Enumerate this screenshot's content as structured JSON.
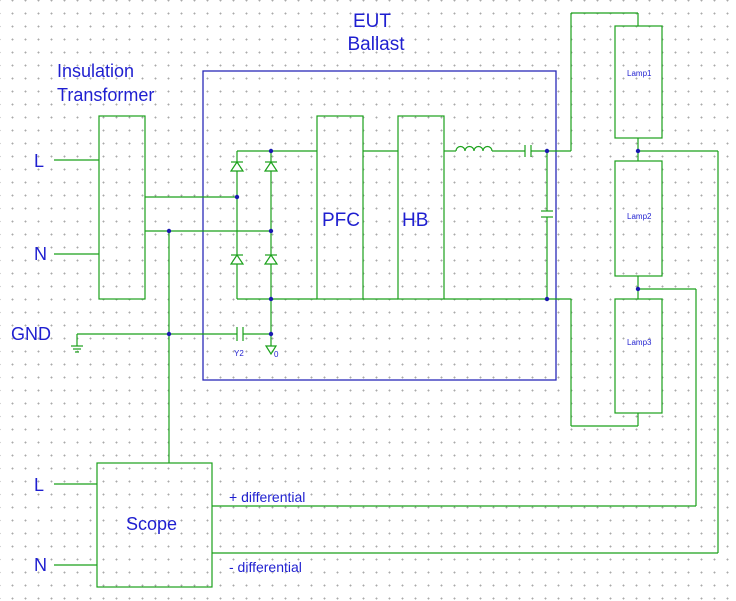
{
  "title": {
    "line1": "EUT",
    "line2": "Ballast"
  },
  "transformer": {
    "line1": "Insulation",
    "line2": "Transformer"
  },
  "inputs": {
    "l": "L",
    "n": "N",
    "gnd": "GND"
  },
  "blocks": {
    "pfc": "PFC",
    "hb": "HB",
    "scope": "Scope"
  },
  "lamps": [
    "Lamp1",
    "Lamp2",
    "Lamp3"
  ],
  "components": {
    "y2_cap": "Y2",
    "node_zero": "0"
  },
  "scope_inputs": {
    "l": "L",
    "n": "N",
    "plus": "+ differential",
    "minus": "- differential"
  },
  "colors": {
    "wire": "#1aa11a",
    "frame": "#2a2ab8",
    "text": "#1f1fd0",
    "background": "#ffffff"
  }
}
